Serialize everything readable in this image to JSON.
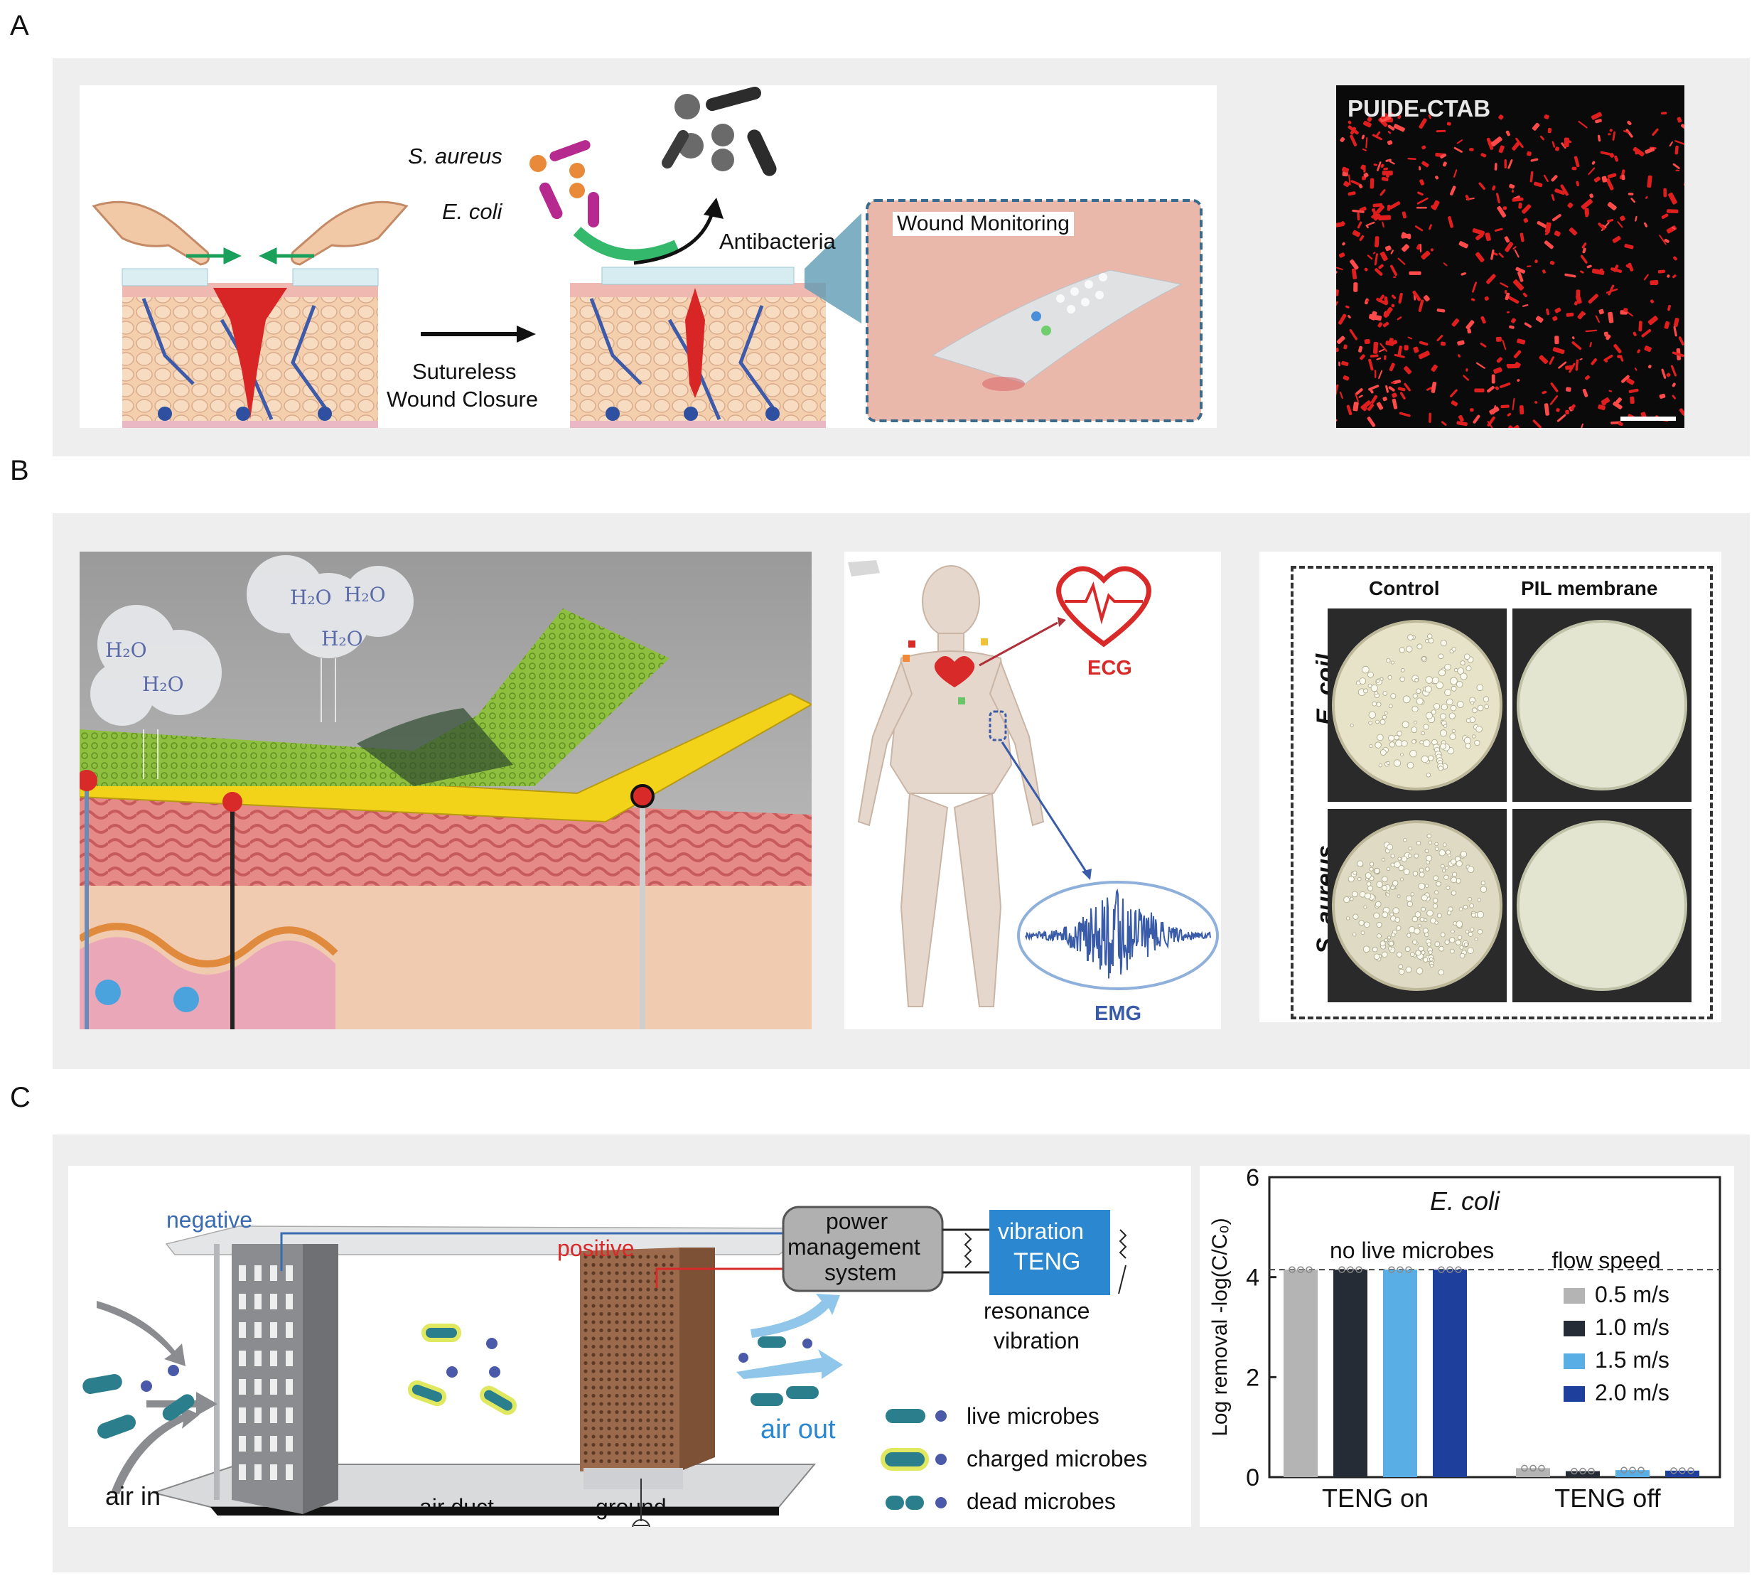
{
  "panels": {
    "a": "A",
    "b": "B",
    "c": "C"
  },
  "panel_a": {
    "bacteria": [
      "S. aureus",
      "E. coli"
    ],
    "antibacteria": "Antibacteria",
    "closure": [
      "Sutureless",
      "Wound Closure"
    ],
    "monitoring": "Wound Monitoring",
    "micrograph_label": "PUIDE-CTAB"
  },
  "panel_b": {
    "h2o": "H₂O",
    "ecg": "ECG",
    "emg": "EMG",
    "col_headers": [
      "Control",
      "PIL membrane"
    ],
    "row_headers": [
      "E. coil",
      "S. aureus"
    ]
  },
  "panel_c": {
    "negative": "negative",
    "positive": "positive",
    "pms": [
      "power",
      "management",
      "system"
    ],
    "teng": [
      "vibration",
      "TENG"
    ],
    "resonance": [
      "resonance",
      "vibration"
    ],
    "air_in": "air in",
    "air_out": "air out",
    "air_duct": "air duct",
    "ground": "ground",
    "legend_microbes": [
      "live microbes",
      "charged microbes",
      "dead microbes"
    ]
  },
  "chart_data": {
    "type": "bar",
    "title": "E. coli",
    "ylabel": "Log removal -log(C/C₀)",
    "ylim": [
      0,
      6
    ],
    "yticks": [
      "0",
      "2",
      "4",
      "6"
    ],
    "categories": [
      "TENG on",
      "TENG off"
    ],
    "legend_title": "flow speed",
    "annotation": "no live microbes",
    "reference_line": 4.15,
    "series": [
      {
        "name": "0.5 m/s",
        "color": "#b4b4b4",
        "values": [
          4.15,
          0.18
        ]
      },
      {
        "name": "1.0 m/s",
        "color": "#262c36",
        "values": [
          4.15,
          0.12
        ]
      },
      {
        "name": "1.5 m/s",
        "color": "#5aaee6",
        "values": [
          4.15,
          0.14
        ]
      },
      {
        "name": "2.0 m/s",
        "color": "#1f3f9c",
        "values": [
          4.15,
          0.13
        ]
      }
    ]
  }
}
